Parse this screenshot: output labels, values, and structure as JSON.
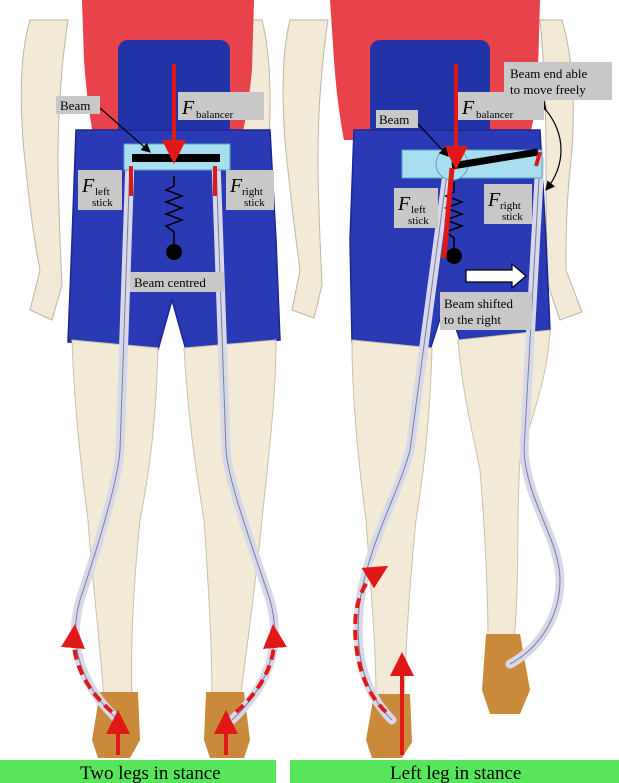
{
  "colors": {
    "shirt": "#e8434b",
    "shorts": "#2a3ab5",
    "shorts_dark": "#1b2690",
    "skin": "#f2ead6",
    "skin_shade": "#d9d0bb",
    "foot": "#c98a3c",
    "label_bg": "#c8c8c8",
    "force_red": "#e01818",
    "beam_panel": "#a8dff0",
    "ground": "#57e65a",
    "stick": "#d7d9ea"
  },
  "left_panel": {
    "beam_label": "Beam",
    "f_balancer_main": "F",
    "f_balancer_sub": "balancer",
    "f_left_main": "F",
    "f_left_sub1": "left",
    "f_left_sub2": "stick",
    "f_right_main": "F",
    "f_right_sub1": "right",
    "f_right_sub2": "stick",
    "status_label": "Beam centred",
    "ground_caption": "Two legs in stance"
  },
  "right_panel": {
    "beam_label": "Beam",
    "beam_free_line1": "Beam end able",
    "beam_free_line2": "to move freely",
    "f_balancer_main": "F",
    "f_balancer_sub": "balancer",
    "f_left_main": "F",
    "f_left_sub1": "left",
    "f_left_sub2": "stick",
    "f_right_main": "F",
    "f_right_sub1": "right",
    "f_right_sub2": "stick",
    "status_line1": "Beam shifted",
    "status_line2": "to the right",
    "ground_caption": "Left leg in stance"
  }
}
